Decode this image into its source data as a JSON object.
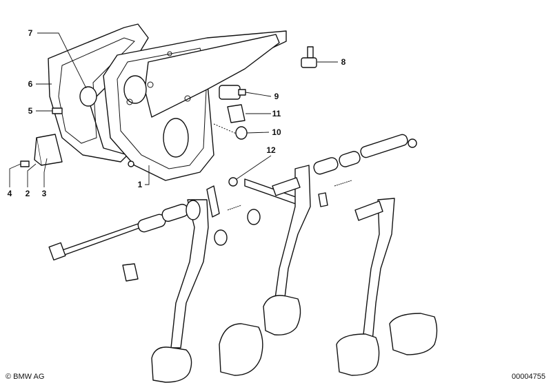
{
  "diagram": {
    "part_labels": [
      "1",
      "2",
      "3",
      "4",
      "5",
      "6",
      "7",
      "8",
      "9",
      "10",
      "11",
      "12"
    ]
  },
  "footer": {
    "copyright": "© BMW AG",
    "diagram_number": "00004755"
  }
}
